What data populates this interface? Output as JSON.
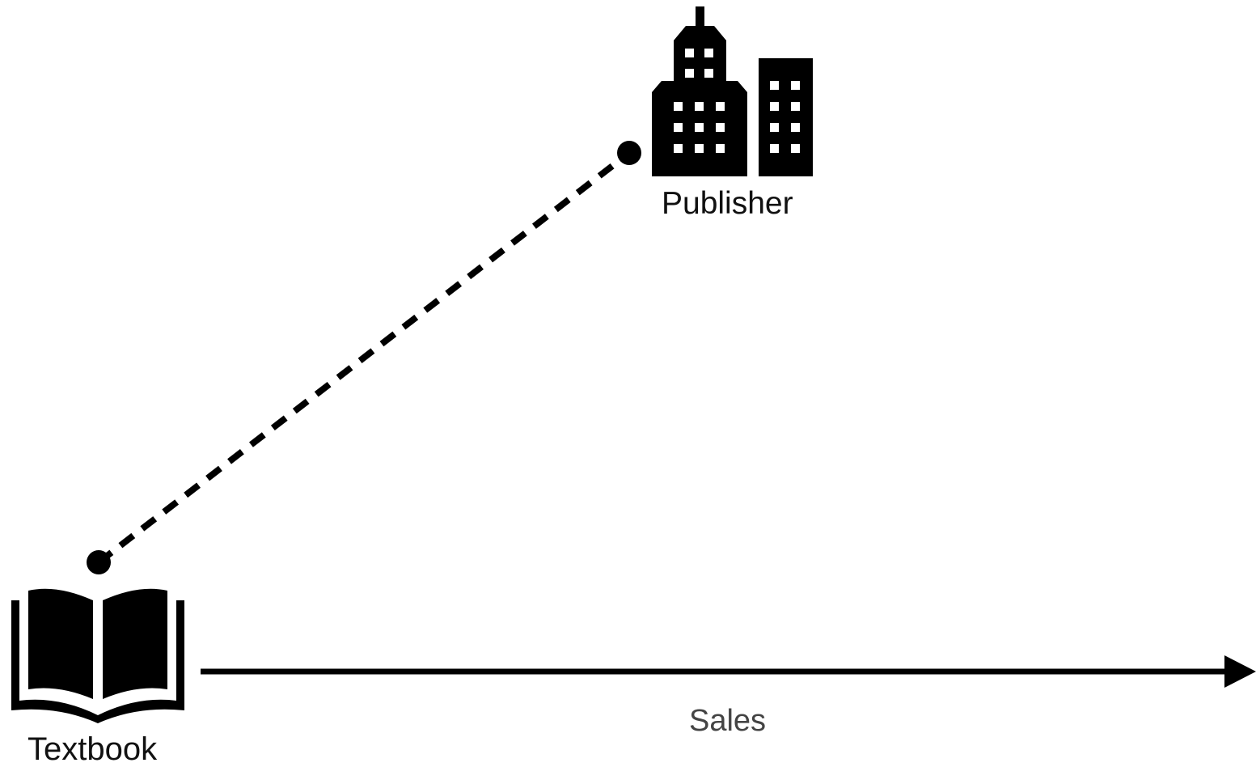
{
  "nodes": {
    "publisher": {
      "label": "Publisher",
      "icon": "office-buildings-icon"
    },
    "textbook": {
      "label": "Textbook",
      "icon": "open-book-icon"
    }
  },
  "edges": {
    "relationship": {
      "style": "dashed",
      "from": "textbook",
      "to": "publisher"
    },
    "sales": {
      "label": "Sales",
      "style": "solid-arrow"
    }
  },
  "colors": {
    "ink": "#000000",
    "label": "#111111",
    "sales_label": "#444444",
    "background": "#ffffff"
  }
}
